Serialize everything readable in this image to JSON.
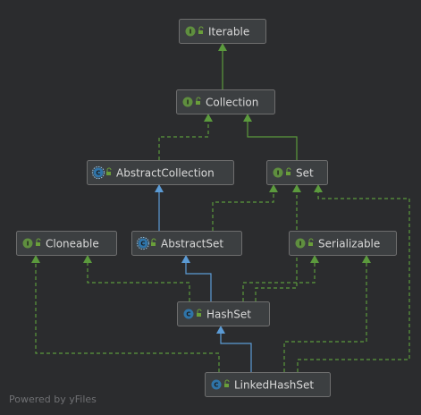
{
  "diagram": {
    "nodes": [
      {
        "id": "iterable",
        "label": "Iterable",
        "kind": "I"
      },
      {
        "id": "collection",
        "label": "Collection",
        "kind": "I"
      },
      {
        "id": "abstractcollection",
        "label": "AbstractCollection",
        "kind": "C",
        "abstract": true
      },
      {
        "id": "set",
        "label": "Set",
        "kind": "I"
      },
      {
        "id": "cloneable",
        "label": "Cloneable",
        "kind": "I"
      },
      {
        "id": "abstractset",
        "label": "AbstractSet",
        "kind": "C",
        "abstract": true
      },
      {
        "id": "serializable",
        "label": "Serializable",
        "kind": "I"
      },
      {
        "id": "hashset",
        "label": "HashSet",
        "kind": "C"
      },
      {
        "id": "linkedhashset",
        "label": "LinkedHashSet",
        "kind": "C"
      }
    ],
    "edges": [
      {
        "from": "collection",
        "to": "iterable",
        "type": "extends-interface"
      },
      {
        "from": "abstractcollection",
        "to": "collection",
        "type": "implements"
      },
      {
        "from": "set",
        "to": "collection",
        "type": "extends-interface"
      },
      {
        "from": "abstractset",
        "to": "abstractcollection",
        "type": "extends-class"
      },
      {
        "from": "abstractset",
        "to": "set",
        "type": "implements"
      },
      {
        "from": "hashset",
        "to": "abstractset",
        "type": "extends-class"
      },
      {
        "from": "hashset",
        "to": "set",
        "type": "implements"
      },
      {
        "from": "hashset",
        "to": "cloneable",
        "type": "implements"
      },
      {
        "from": "hashset",
        "to": "serializable",
        "type": "implements"
      },
      {
        "from": "linkedhashset",
        "to": "hashset",
        "type": "extends-class"
      },
      {
        "from": "linkedhashset",
        "to": "set",
        "type": "implements"
      },
      {
        "from": "linkedhashset",
        "to": "cloneable",
        "type": "implements"
      },
      {
        "from": "linkedhashset",
        "to": "serializable",
        "type": "implements"
      }
    ]
  },
  "colors": {
    "background": "#2b2c2e",
    "node_fill": "#3c3f41",
    "interface_badge": "#5f8f3f",
    "class_badge": "#2f74a8",
    "implements_edge": "#5b9a3d",
    "extends_edge": "#5b9bd5"
  },
  "footer": {
    "text": "Powered by yFiles"
  }
}
